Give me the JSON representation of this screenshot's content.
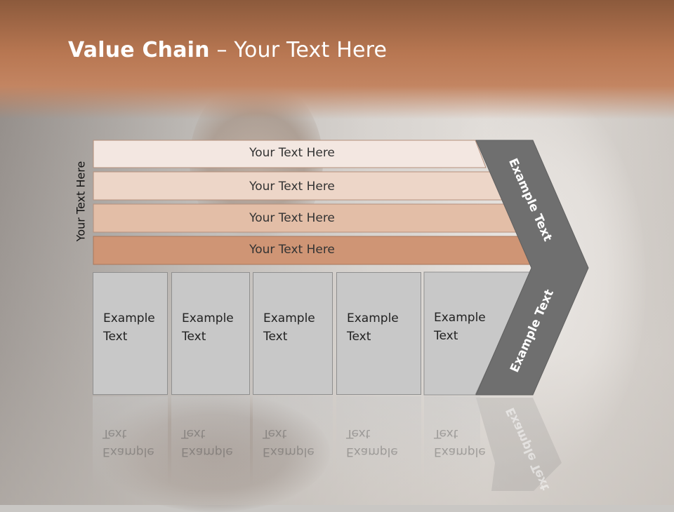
{
  "title": {
    "bold": "Value Chain",
    "separator": " – ",
    "rest": "Your Text Here"
  },
  "side_label": "Your Text Here",
  "bands": [
    {
      "label": "Your Text Here",
      "color": "#f3e7e1"
    },
    {
      "label": "Your Text Here",
      "color": "#edd6c8"
    },
    {
      "label": "Your Text Here",
      "color": "#e3bea7"
    },
    {
      "label": "Your Text Here",
      "color": "#cf9575"
    }
  ],
  "boxes": [
    {
      "line1": "Example",
      "line2": "Text"
    },
    {
      "line1": "Example",
      "line2": "Text"
    },
    {
      "line1": "Example",
      "line2": "Text"
    },
    {
      "line1": "Example",
      "line2": "Text"
    },
    {
      "line1": "Example",
      "line2": "Text"
    }
  ],
  "arrow": {
    "upper_label": "Example Text",
    "lower_label": "Example Text",
    "color": "#6f6f6f"
  },
  "colors": {
    "header": "#b87752",
    "box_fill": "#c8c8c8",
    "box_border": "#8f8f8f"
  }
}
